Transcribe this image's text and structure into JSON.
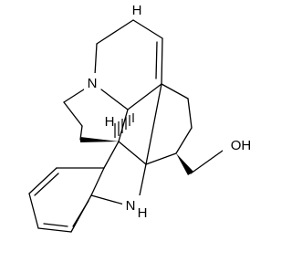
{
  "diagram": {
    "type": "chemical-structure",
    "atoms": [
      {
        "id": "N1",
        "label": "N"
      },
      {
        "id": "N2",
        "label": "N"
      },
      {
        "id": "N2H",
        "label": "H"
      },
      {
        "id": "O1",
        "label": "OH"
      },
      {
        "id": "H_top",
        "label": "H"
      },
      {
        "id": "H_stereo",
        "label": "H"
      }
    ],
    "colors": {
      "ink": "#000000",
      "background": "#ffffff"
    }
  }
}
